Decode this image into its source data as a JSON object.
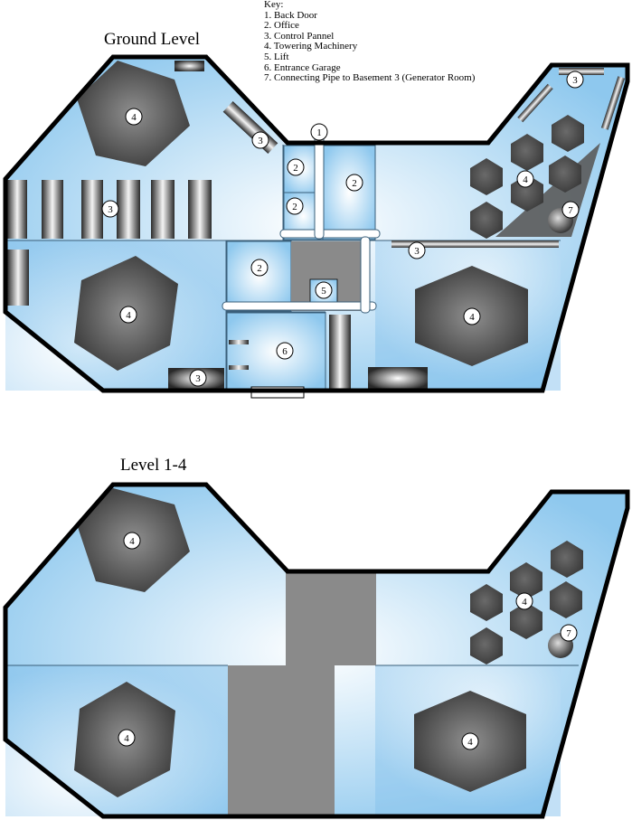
{
  "key": {
    "heading": "Key:",
    "items": [
      "1. Back Door",
      "2. Office",
      "3. Control Pannel",
      "4. Towering Machinery",
      "5. Lift",
      "6. Entrance Garage",
      "7. Connecting Pipe to Basement 3 (Generator Room)"
    ]
  },
  "levels": {
    "ground": {
      "title": "Ground Level",
      "markers": {
        "back_door": "1",
        "offices": [
          "2",
          "2",
          "2",
          "2"
        ],
        "control_panels": [
          "3",
          "3",
          "3",
          "3",
          "3"
        ],
        "machinery": [
          "4",
          "4",
          "4",
          "4"
        ],
        "lift": "5",
        "garage": "6",
        "pipe": "7"
      }
    },
    "upper": {
      "title": "Level 1-4",
      "markers": {
        "machinery": [
          "4",
          "4",
          "4",
          "4"
        ],
        "pipe": "7"
      }
    }
  },
  "colors": {
    "floor_light": "#ffffff",
    "floor_blue": "#8ec8ee",
    "wall": "#000000",
    "machine_dark": "#4c4c4c",
    "core_gray": "#8a8a8a"
  }
}
